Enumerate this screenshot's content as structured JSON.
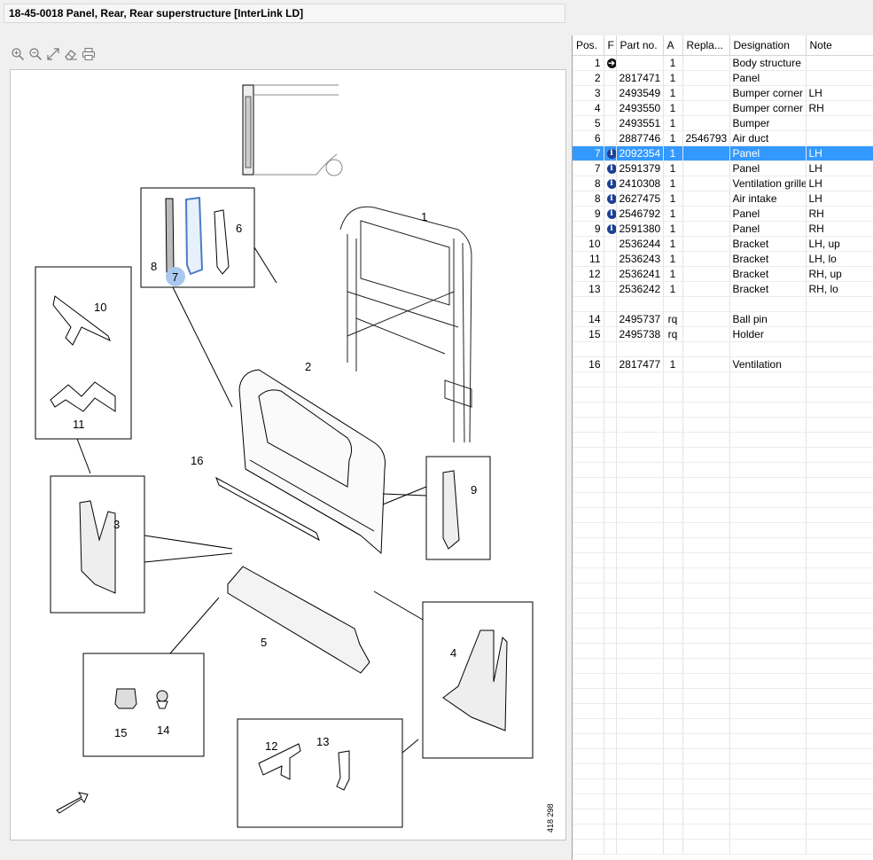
{
  "window": {
    "title": "18-45-0018 Panel, Rear, Rear superstructure [InterLink LD]"
  },
  "toolbar": {
    "buttons": [
      {
        "name": "zoom-in-icon"
      },
      {
        "name": "zoom-out-icon"
      },
      {
        "name": "fit-expand-icon"
      },
      {
        "name": "eraser-icon"
      },
      {
        "name": "print-icon"
      }
    ]
  },
  "drawing": {
    "callouts": {
      "c1": "1",
      "c2": "2",
      "c3": "3",
      "c4": "4",
      "c5": "5",
      "c6": "6",
      "c7": "7",
      "c8": "8",
      "c9": "9",
      "c10": "10",
      "c11": "11",
      "c12": "12",
      "c13": "13",
      "c14": "14",
      "c15": "15",
      "c16": "16"
    },
    "drawing_number": "418 298"
  },
  "table": {
    "headers": {
      "pos": "Pos.",
      "flag": "F",
      "part": "Part no.",
      "qty": "A",
      "repl": "Repla...",
      "desig": "Designation",
      "note": "Note"
    },
    "rows": [
      {
        "pos": "1",
        "flag": "arrow",
        "part": "",
        "qty": "1",
        "repl": "",
        "desig": "Body structure",
        "note": ""
      },
      {
        "pos": "2",
        "flag": "",
        "part": "2817471",
        "qty": "1",
        "repl": "",
        "desig": "Panel",
        "note": ""
      },
      {
        "pos": "3",
        "flag": "",
        "part": "2493549",
        "qty": "1",
        "repl": "",
        "desig": "Bumper corner",
        "note": "LH"
      },
      {
        "pos": "4",
        "flag": "",
        "part": "2493550",
        "qty": "1",
        "repl": "",
        "desig": "Bumper corner",
        "note": "RH"
      },
      {
        "pos": "5",
        "flag": "",
        "part": "2493551",
        "qty": "1",
        "repl": "",
        "desig": "Bumper",
        "note": ""
      },
      {
        "pos": "6",
        "flag": "",
        "part": "2887746",
        "qty": "1",
        "repl": "2546793",
        "desig": "Air duct",
        "note": ""
      },
      {
        "pos": "7",
        "flag": "info",
        "part": "2092354",
        "qty": "1",
        "repl": "",
        "desig": "Panel",
        "note": "LH"
      },
      {
        "pos": "7",
        "flag": "info",
        "part": "2591379",
        "qty": "1",
        "repl": "",
        "desig": "Panel",
        "note": "LH"
      },
      {
        "pos": "8",
        "flag": "info",
        "part": "2410308",
        "qty": "1",
        "repl": "",
        "desig": "Ventilation grille",
        "note": "LH"
      },
      {
        "pos": "8",
        "flag": "info",
        "part": "2627475",
        "qty": "1",
        "repl": "",
        "desig": "Air intake",
        "note": "LH"
      },
      {
        "pos": "9",
        "flag": "info",
        "part": "2546792",
        "qty": "1",
        "repl": "",
        "desig": "Panel",
        "note": "RH"
      },
      {
        "pos": "9",
        "flag": "info",
        "part": "2591380",
        "qty": "1",
        "repl": "",
        "desig": "Panel",
        "note": "RH"
      },
      {
        "pos": "10",
        "flag": "",
        "part": "2536244",
        "qty": "1",
        "repl": "",
        "desig": "Bracket",
        "note": "LH, up"
      },
      {
        "pos": "11",
        "flag": "",
        "part": "2536243",
        "qty": "1",
        "repl": "",
        "desig": "Bracket",
        "note": "LH, lo"
      },
      {
        "pos": "12",
        "flag": "",
        "part": "2536241",
        "qty": "1",
        "repl": "",
        "desig": "Bracket",
        "note": "RH, up"
      },
      {
        "pos": "13",
        "flag": "",
        "part": "2536242",
        "qty": "1",
        "repl": "",
        "desig": "Bracket",
        "note": "RH, lo"
      },
      {
        "pos": "",
        "flag": "",
        "part": "",
        "qty": "",
        "repl": "",
        "desig": "",
        "note": ""
      },
      {
        "pos": "14",
        "flag": "",
        "part": "2495737",
        "qty": "rq",
        "repl": "",
        "desig": "Ball pin",
        "note": ""
      },
      {
        "pos": "15",
        "flag": "",
        "part": "2495738",
        "qty": "rq",
        "repl": "",
        "desig": "Holder",
        "note": ""
      },
      {
        "pos": "",
        "flag": "",
        "part": "",
        "qty": "",
        "repl": "",
        "desig": "",
        "note": ""
      },
      {
        "pos": "16",
        "flag": "",
        "part": "2817477",
        "qty": "1",
        "repl": "",
        "desig": "Ventilation",
        "note": ""
      }
    ],
    "selected_index": 6,
    "filler_rows": 32
  },
  "colors": {
    "selection": "#3399ff",
    "highlight_callout": "#aac8ee",
    "info_icon": "#1c3f94"
  }
}
